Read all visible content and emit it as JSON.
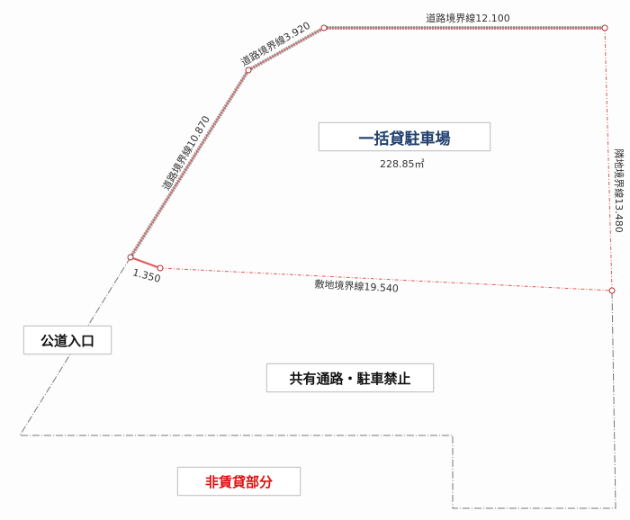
{
  "labels": {
    "road_top": "道路境界線12.100",
    "road_diag_short": "道路境界線3.920",
    "road_diag_long": "道路境界線10.870",
    "neighbor_right": "隣地境界線13.480",
    "corner_short": "1.350",
    "site_boundary": "敷地境界線19.540"
  },
  "areas": {
    "parking_title": "一括貸駐車場",
    "parking_area": "228.85㎡",
    "entrance": "公道入口",
    "shared_path": "共有通路・駐車禁止",
    "non_rental": "非賃貸部分"
  },
  "colors": {
    "boundary_red": "#e05a5a",
    "outline_gray": "#777777",
    "parking_title_color": "#1f3f6e",
    "non_rental_color": "#e01010"
  }
}
